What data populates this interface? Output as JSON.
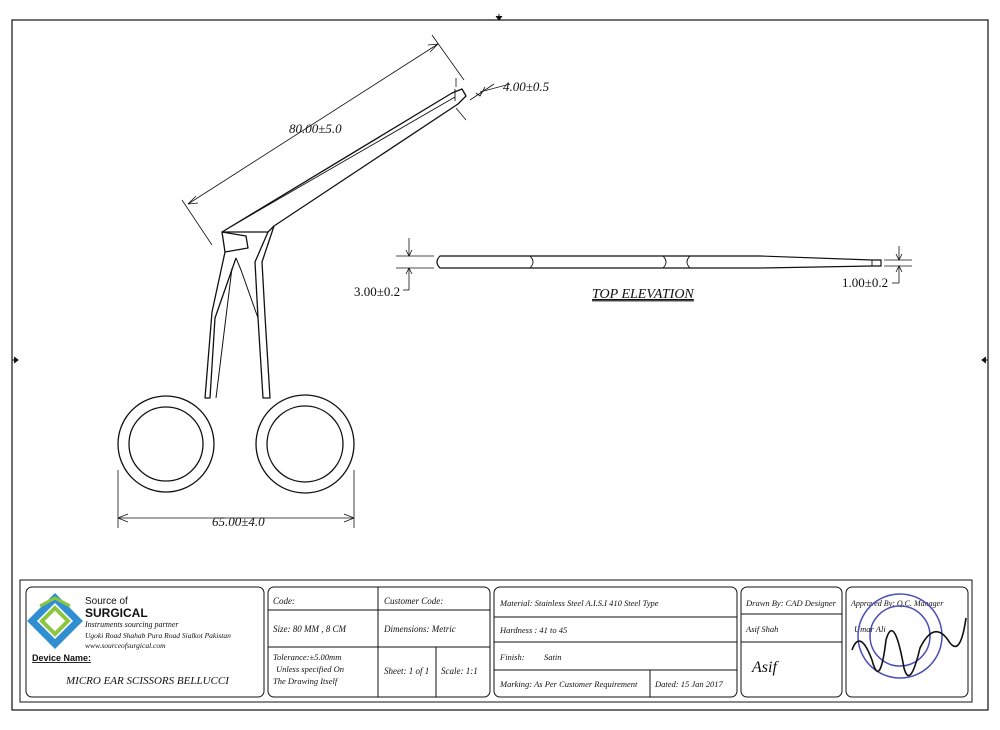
{
  "drawing": {
    "dims": {
      "jaw_length": "80.00±5.0",
      "tip_width": "4.00±0.5",
      "overall_width": "65.00±4.0",
      "shaft_diameter": "3.00±0.2",
      "tip_diameter": "1.00±0.2"
    },
    "view_label": "TOP ELEVATION"
  },
  "title_block": {
    "company": {
      "line1": "Source of",
      "line2": "SURGICAL",
      "tagline": "Instruments sourcing partner",
      "address": "Ugoki Road Shahab Pura Road Sialkot Pakistan",
      "website": "www.sourceofsurgical.com"
    },
    "device_name_label": "Device Name:",
    "device_name": "MICRO EAR SCISSORS BELLUCCI",
    "code_label": "Code:",
    "customer_code_label": "Customer Code:",
    "size": "Size:  80 MM , 8 CM",
    "dimensions": "Dimensions: Metric",
    "tolerance": [
      "Tolerance:±5.00mm",
      "Unless specified On",
      "The Drawing Itself"
    ],
    "sheet": "Sheet: 1 of 1",
    "scale": "Scale: 1:1",
    "material": "Material: Stainless Steel A.I.S.I 410 Steel Type",
    "hardness": "Hardness :  41 to 45",
    "finish_label": "Finish:",
    "finish_value": "Satin",
    "marking": "Marking: As Per Customer Requirement",
    "dated": "Dated: 15 Jan 2017",
    "drawn_by": "Drawn By: CAD Designer",
    "drawn_name": "Asif Shah",
    "drawn_signature": "Asif",
    "approved_by": "Approved By: Q.C. Manager",
    "approved_name": "Umar Ali"
  }
}
